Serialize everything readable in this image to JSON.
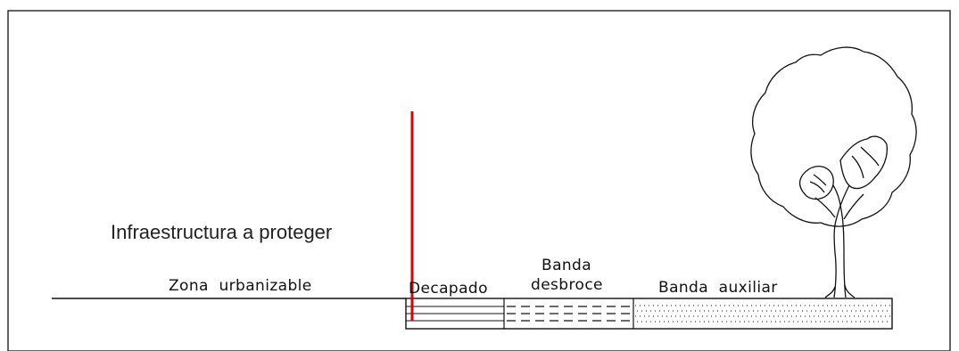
{
  "labels": {
    "infrastructure": "Infraestructura a proteger",
    "urban_zone": "Zona  urbanizable",
    "stripping": "Decapado",
    "clearing_band_line1": "Banda",
    "clearing_band_line2": "desbroce",
    "auxiliary_band": "Banda  auxiliar"
  },
  "colors": {
    "line": "#111111",
    "marker": "#e00000",
    "frame": "#222222"
  },
  "icons": {
    "tree": "tree-icon"
  }
}
